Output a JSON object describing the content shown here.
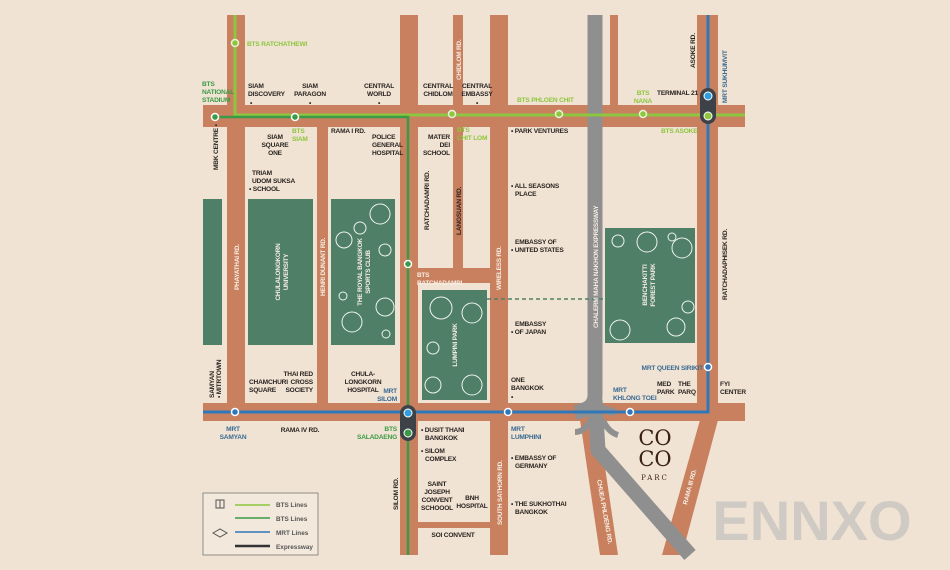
{
  "colors": {
    "background": "#f0e3d3",
    "road": "#c9805f",
    "park": "#4f7f66",
    "bts_light": "#8dc63f",
    "bts_dark": "#3a9a45",
    "mrt": "#2e77b8",
    "expressway": "#8f8f8f"
  },
  "stations": {
    "ratchathewi": "BTS RATCHATHEWI",
    "national_stadium": [
      "BTS",
      "NATIONAL",
      "STADIUM"
    ],
    "siam": [
      "BTS",
      "SIAM"
    ],
    "chit_lom": [
      "BTS",
      "CHIT LOM"
    ],
    "phloen_chit": "BTS PHLOEN CHIT",
    "nana": [
      "BTS",
      "NANA"
    ],
    "asoke": "BTS ASOKE",
    "sukhumvit": "MRT SUKHUMVIT",
    "ratchadamri": [
      "BTS",
      "RATCHADAMRI"
    ],
    "silom": [
      "MRT",
      "SILOM"
    ],
    "saladaeng": [
      "BTS",
      "SALADAENG"
    ],
    "samyan": [
      "MRT",
      "SAMYAN"
    ],
    "lumphini": [
      "MRT",
      "LUMPHINI"
    ],
    "khlong_toei": [
      "MRT",
      "KHLONG TOEI"
    ],
    "queen_sirikit": "MRT QUEEN SIRIKIT"
  },
  "places": {
    "siam_discovery": [
      "SIAM",
      "DISCOVERY"
    ],
    "siam_paragon": [
      "SIAM",
      "PARAGON"
    ],
    "central_world": [
      "CENTRAL",
      "WORLD"
    ],
    "central_chidlom": [
      "CENTRAL",
      "CHIDLOM"
    ],
    "central_embassy": [
      "CENTRAL",
      "EMBASSY"
    ],
    "terminal21": "TERMINAL 21",
    "siam_square_one": [
      "SIAM",
      "SQUARE",
      "ONE"
    ],
    "police_hospital": [
      "POLICE",
      "GENERAL",
      "HOSPITAL"
    ],
    "mater_dei": [
      "MATER",
      "DEI",
      "SCHOOL"
    ],
    "park_ventures": "• PARK VENTURES",
    "triam_udom": [
      "TRIAM",
      "UDOM SUKSA",
      "• SCHOOL"
    ],
    "all_seasons": [
      "• ALL SEASONS",
      "PLACE"
    ],
    "us_embassy": [
      "EMBASSY OF",
      "• UNITED STATES"
    ],
    "japan_embassy": [
      "EMBASSY",
      "• OF JAPAN"
    ],
    "one_bangkok": [
      "ONE",
      "BANGKOK"
    ],
    "chamchuri": [
      "CHAMCHURI",
      "SQUARE"
    ],
    "red_cross": [
      "THAI RED",
      "CROSS",
      "SOCIETY"
    ],
    "chula_hospital": [
      "CHULA-",
      "LONGKORN",
      "HOSPITAL"
    ],
    "med_park": [
      "MED",
      "PARK"
    ],
    "the_parq": [
      "THE",
      "PARQ"
    ],
    "fyi_center": [
      "FYI",
      "CENTER"
    ],
    "dusit_thani": [
      "• DUSIT THANI",
      "BANGKOK"
    ],
    "silom_complex": [
      "• SILOM",
      "COMPLEX"
    ],
    "saint_joseph": [
      "SAINT",
      "JOSEPH",
      "CONVENT",
      "SCHOOOL"
    ],
    "bnh": [
      "BNH",
      "HOSPITAL"
    ],
    "germany_embassy": [
      "• EMBASSY OF",
      "GERMANY"
    ],
    "sukhothai": [
      "• THE SUKHOTHAI",
      "BANGKOK"
    ],
    "samyan_mitrtown": [
      "SAMYAN",
      "• MITRTOWN"
    ],
    "mbk": "MBK CENTRE •"
  },
  "roads": {
    "rama1": "RAMA I RD.",
    "rama4": "RAMA IV RD.",
    "phayathai": "PHAYATHAI RD.",
    "henri_dunant": "HENRI DUNANT RD.",
    "ratchadamri": "RATCHADAMRI RD.",
    "langsuan": "LANGSUAN RD.",
    "chidlom": "CHIDLOM RD.",
    "wireless": "WIRELESS RD.",
    "asoke": "ASOKE RD.",
    "ratchadaphisek": "RATCHADAPHISEK RD.",
    "expressway": "CHALERM MAHA NAKHON EXPRESSWAY",
    "silom": "SILOM RD.",
    "south_sathorn": "SOUTH SATHORN RD.",
    "soi_convent": "SOI CONVENT",
    "chua_phloeng": "CHUEA PHLOENG RD.",
    "rama3": "RAMA III RD."
  },
  "parks": {
    "chula": [
      "CHULALONGKORN",
      "UNIVERSITY"
    ],
    "rbsc": [
      "THE ROYAL BANGKOK",
      "SPORTS CLUB"
    ],
    "lumpini": "LUMPINI PARK",
    "benchakitti": [
      "BENCHAKITTI",
      "FOREST PARK"
    ]
  },
  "logo": {
    "top": "CO",
    "bottom": "CO",
    "sub": "PARC"
  },
  "watermark": "ENNXO",
  "legend": {
    "items": [
      {
        "label": "BTS Lines",
        "color": "#8dc63f",
        "icon": "bts-icon"
      },
      {
        "label": "BTS Lines",
        "color": "#3a9a45"
      },
      {
        "label": "MRT Lines",
        "color": "#2e77b8",
        "icon": "mrt-icon"
      },
      {
        "label": "Expressway",
        "color": "#333333"
      }
    ]
  }
}
